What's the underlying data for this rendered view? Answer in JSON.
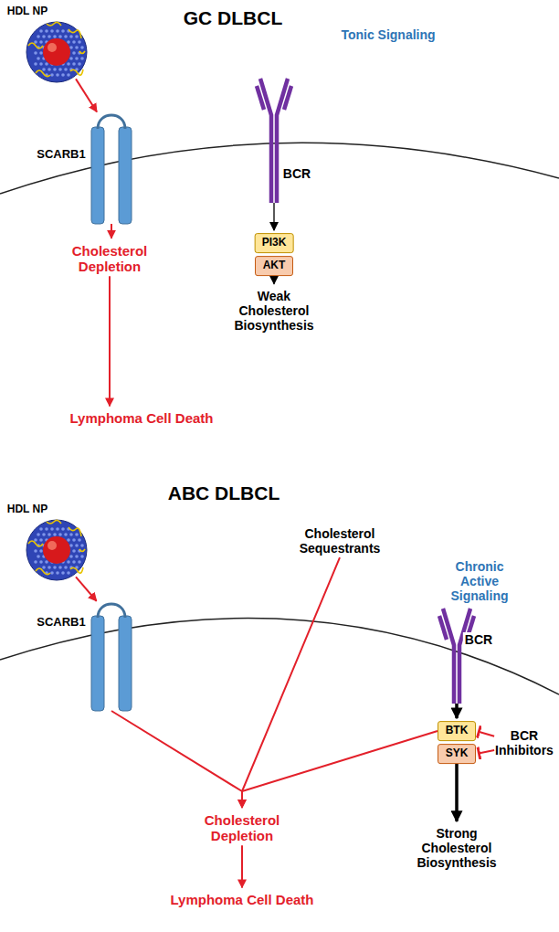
{
  "diagram": {
    "nodes": [
      {
        "text": [
          "HDL NP"
        ]
      },
      {
        "text": [
          "SCARB1"
        ]
      },
      {
        "text": [
          "BCR"
        ]
      },
      {
        "text": [
          "PI3K"
        ]
      },
      {
        "text": [
          "AKT"
        ]
      },
      {
        "text": [
          "Cholesterol Depletion"
        ]
      },
      {
        "text": [
          "Weak Cholesterol Biosynthesis"
        ]
      },
      {
        "text": [
          "Lymphoma Cell Death"
        ]
      },
      {
        "text": [
          "HDL NP"
        ]
      },
      {
        "text": [
          "SCARB1"
        ]
      },
      {
        "text": [
          "Cholesterol Sequestrants"
        ]
      },
      {
        "text": [
          "BCR"
        ]
      },
      {
        "text": [
          "BTK"
        ]
      },
      {
        "text": [
          "SYK"
        ]
      },
      {
        "text": [
          "BCR Inhibitors"
        ]
      },
      {
        "text": [
          "Strong Cholesterol Biosynthesis"
        ]
      },
      {
        "text": [
          "Cholesterol Depletion"
        ]
      },
      {
        "text": [
          "Lymphoma Cell Death"
        ]
      }
    ],
    "edges": [
      {
        "from": 0,
        "to": 1,
        "arrow": "to"
      },
      {
        "from": 1,
        "to": 5,
        "arrow": "to"
      },
      {
        "from": 5,
        "to": 7,
        "arrow": "to"
      },
      {
        "from": 2,
        "to": 3,
        "arrow": "to"
      },
      {
        "from": 4,
        "to": 6,
        "arrow": "to"
      },
      {
        "from": 8,
        "to": 9,
        "arrow": "to"
      },
      {
        "from": 9,
        "to": 16,
        "arrow": "to"
      },
      {
        "from": 10,
        "to": 16,
        "arrow": "to"
      },
      {
        "from": 12,
        "to": 16,
        "arrow": "to"
      },
      {
        "from": 16,
        "to": 17,
        "arrow": "to"
      },
      {
        "from": 11,
        "to": 12,
        "arrow": "to"
      },
      {
        "from": 13,
        "to": 15,
        "arrow": "to"
      },
      {
        "from": 14,
        "to": 12,
        "arrow": "to"
      },
      {
        "from": 14,
        "to": 13,
        "arrow": "to"
      }
    ],
    "labels": [
      "GC DLBCL",
      "Tonic Signaling",
      "ABC DLBCL",
      "Chronic Active Signaling"
    ]
  }
}
